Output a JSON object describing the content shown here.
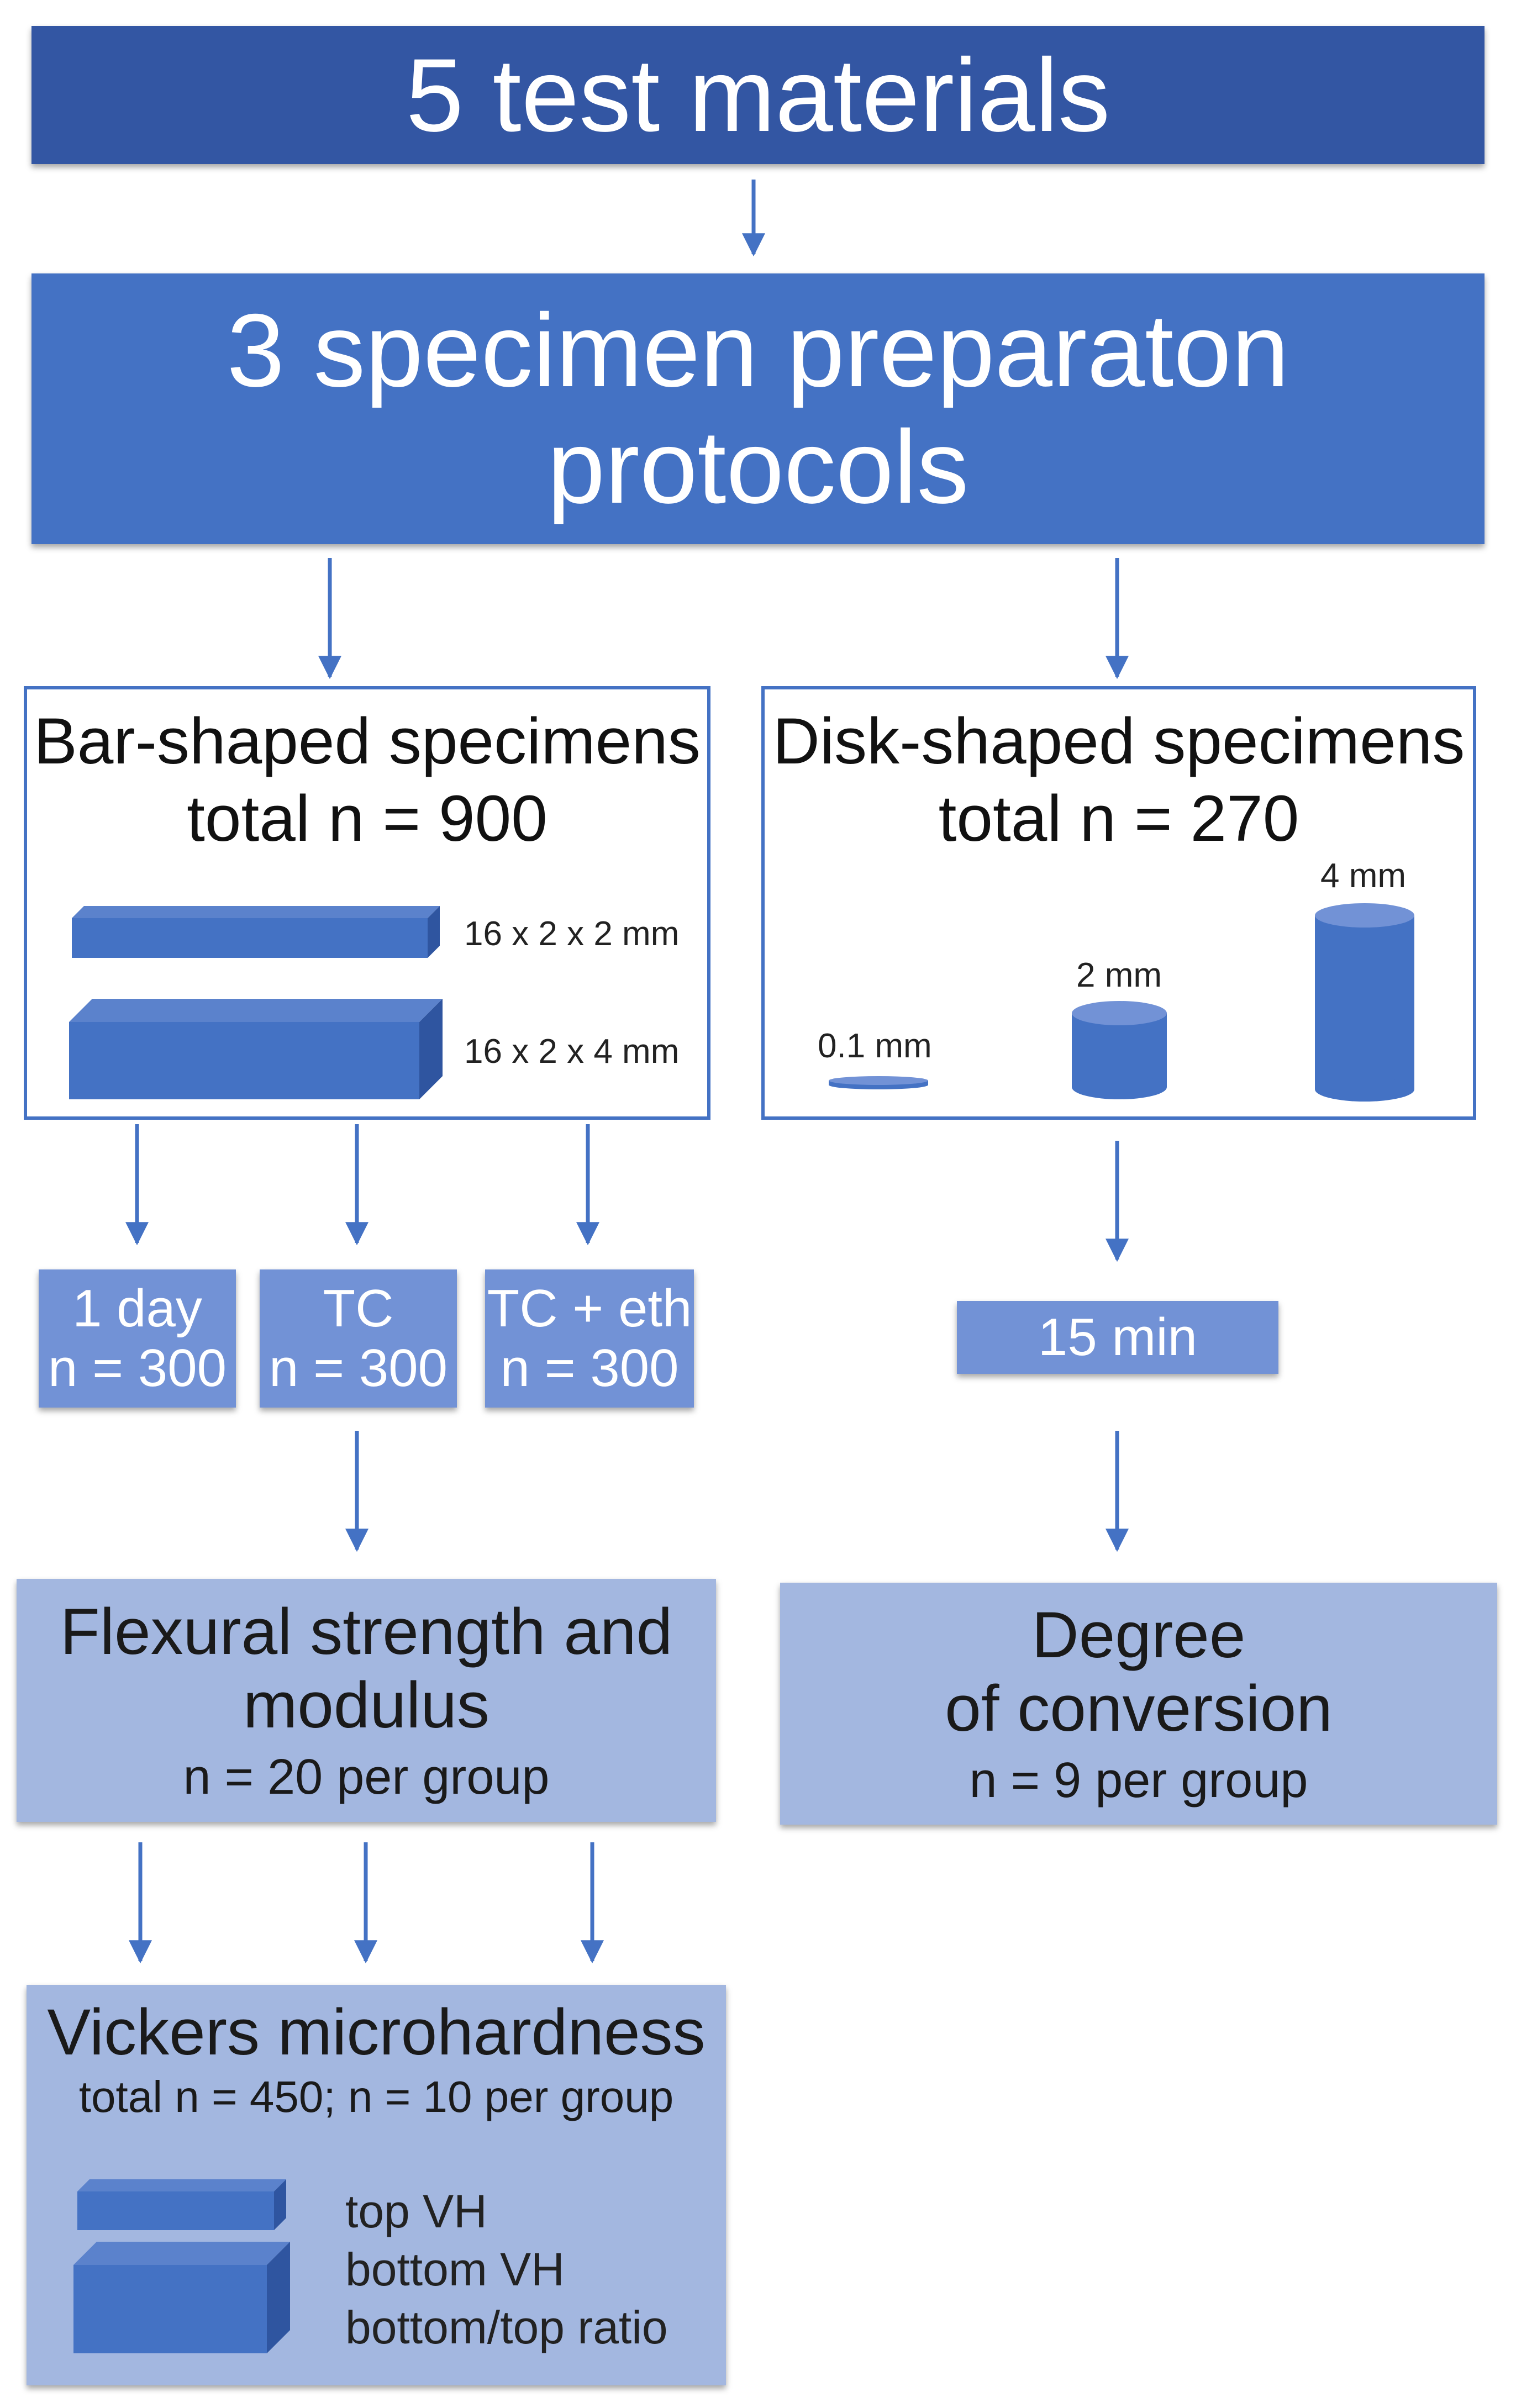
{
  "top": {
    "title": "5 test materials"
  },
  "protocols": {
    "line1": "3 specimen preparaton",
    "line2": "protocols"
  },
  "bar": {
    "title": "Bar-shaped specimens",
    "total": "total n = 900",
    "dim1": "16 x 2 x 2 mm",
    "dim2": "16 x 2 x 4 mm"
  },
  "disk": {
    "title": "Disk-shaped specimens",
    "total": "total n = 270",
    "thin": "0.1 mm",
    "mid": "2 mm",
    "tall": "4 mm"
  },
  "groups": [
    {
      "label": "1 day",
      "n": "n = 300"
    },
    {
      "label": "TC",
      "n": "n = 300"
    },
    {
      "label": "TC + eth",
      "n": "n = 300"
    }
  ],
  "disk_group": {
    "label": "15 min"
  },
  "flexural": {
    "line1": "Flexural strength and",
    "line2": "modulus",
    "n": "n = 20 per group"
  },
  "conversion": {
    "line1": "Degree",
    "line2": "of conversion",
    "n": "n = 9 per group"
  },
  "vickers": {
    "title": "Vickers microhardness",
    "n": "total n = 450; n = 10 per group",
    "items": [
      "top VH",
      "bottom VH",
      "bottom/top ratio"
    ]
  },
  "colors": {
    "dark_blue": "#3356a3",
    "blue": "#4472c4",
    "light_blue": "#7292d6",
    "pale_blue": "#a3b7e0",
    "arrow": "#4472c4"
  }
}
